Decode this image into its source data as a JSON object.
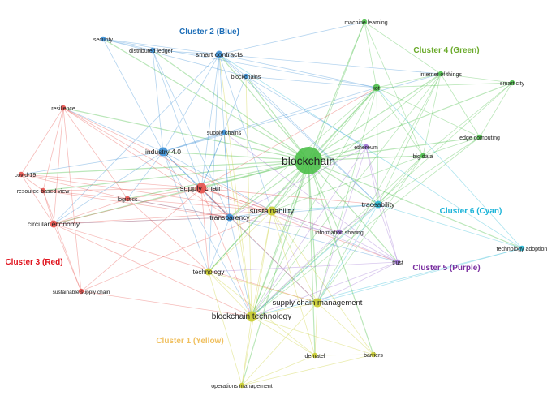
{
  "colors": {
    "yellow": "#c9cc2c",
    "blue": "#3a8fd6",
    "red": "#e8504a",
    "green": "#4cbf4a",
    "purple": "#9a6fd1",
    "cyan": "#27b9d6",
    "cluster_label_yellow": "#f0c060",
    "cluster_label_blue": "#1f6fb8",
    "cluster_label_red": "#e0141e",
    "cluster_label_green": "#6aaa2a",
    "cluster_label_purple": "#7a2fa0",
    "cluster_label_cyan": "#1ab3d8"
  },
  "cluster_labels": [
    {
      "id": "c2",
      "text": "Cluster 2 (Blue)",
      "color": "cluster_label_blue"
    },
    {
      "id": "c4",
      "text": "Cluster 4 (Green)",
      "color": "cluster_label_green"
    },
    {
      "id": "c6",
      "text": "Cluster 6 (Cyan)",
      "color": "cluster_label_cyan"
    },
    {
      "id": "c3",
      "text": "Cluster 3 (Red)",
      "color": "cluster_label_red"
    },
    {
      "id": "c5",
      "text": "Cluster 5 (Purple)",
      "color": "cluster_label_purple"
    },
    {
      "id": "c1",
      "text": "Cluster 1 (Yellow)",
      "color": "cluster_label_yellow"
    }
  ],
  "nodes": [
    {
      "id": "blockchain",
      "label": "blockchain",
      "cluster": "green",
      "weight": 10
    },
    {
      "id": "machine_learning",
      "label": "machine learning",
      "cluster": "green",
      "weight": 2
    },
    {
      "id": "iot",
      "label": "iot",
      "cluster": "green",
      "weight": 3
    },
    {
      "id": "internet_of_things",
      "label": "internet of things",
      "cluster": "green",
      "weight": 2
    },
    {
      "id": "smart_city",
      "label": "smart city",
      "cluster": "green",
      "weight": 2
    },
    {
      "id": "edge_computing",
      "label": "edge computing",
      "cluster": "green",
      "weight": 2
    },
    {
      "id": "big_data",
      "label": "big data",
      "cluster": "green",
      "weight": 2
    },
    {
      "id": "security",
      "label": "security",
      "cluster": "blue",
      "weight": 2
    },
    {
      "id": "distributed_ledger",
      "label": "distributed ledger",
      "cluster": "blue",
      "weight": 2
    },
    {
      "id": "smart_contracts",
      "label": "smart contracts",
      "cluster": "blue",
      "weight": 3
    },
    {
      "id": "blockchains",
      "label": "blockchains",
      "cluster": "blue",
      "weight": 2
    },
    {
      "id": "supply_chains",
      "label": "supply chains",
      "cluster": "blue",
      "weight": 2
    },
    {
      "id": "industry_4",
      "label": "industry 4.0",
      "cluster": "blue",
      "weight": 4
    },
    {
      "id": "transparency",
      "label": "transparency",
      "cluster": "blue",
      "weight": 3
    },
    {
      "id": "resilience",
      "label": "resilience",
      "cluster": "red",
      "weight": 2
    },
    {
      "id": "covid_19",
      "label": "covid-19",
      "cluster": "red",
      "weight": 2
    },
    {
      "id": "resource_based_view",
      "label": "resource-based view",
      "cluster": "red",
      "weight": 2
    },
    {
      "id": "logistics",
      "label": "logistics",
      "cluster": "red",
      "weight": 2
    },
    {
      "id": "supply_chain",
      "label": "supply chain",
      "cluster": "red",
      "weight": 5
    },
    {
      "id": "circular_economy",
      "label": "circular economy",
      "cluster": "red",
      "weight": 3
    },
    {
      "id": "sustainable_supply_chain",
      "label": "sustainable supply chain",
      "cluster": "red",
      "weight": 2
    },
    {
      "id": "ethereum",
      "label": "ethereum",
      "cluster": "purple",
      "weight": 2
    },
    {
      "id": "information_sharing",
      "label": "information sharing",
      "cluster": "purple",
      "weight": 2
    },
    {
      "id": "trust",
      "label": "trust",
      "cluster": "purple",
      "weight": 2
    },
    {
      "id": "traceability",
      "label": "traceability",
      "cluster": "cyan",
      "weight": 3
    },
    {
      "id": "technology_adoption",
      "label": "technology adoption",
      "cluster": "cyan",
      "weight": 2
    },
    {
      "id": "sustainability",
      "label": "sustainability",
      "cluster": "yellow",
      "weight": 4
    },
    {
      "id": "technology",
      "label": "technology",
      "cluster": "yellow",
      "weight": 3
    },
    {
      "id": "supply_chain_management",
      "label": "supply chain management",
      "cluster": "yellow",
      "weight": 4
    },
    {
      "id": "blockchain_technology",
      "label": "blockchain technology",
      "cluster": "yellow",
      "weight": 5
    },
    {
      "id": "dematel",
      "label": "dematel",
      "cluster": "yellow",
      "weight": 2
    },
    {
      "id": "barriers",
      "label": "barriers",
      "cluster": "yellow",
      "weight": 2
    },
    {
      "id": "operations_management",
      "label": "operations management",
      "cluster": "yellow",
      "weight": 2
    }
  ],
  "edges": [
    [
      "blockchain",
      "machine_learning"
    ],
    [
      "blockchain",
      "iot"
    ],
    [
      "blockchain",
      "internet_of_things"
    ],
    [
      "blockchain",
      "smart_city"
    ],
    [
      "blockchain",
      "edge_computing"
    ],
    [
      "blockchain",
      "big_data"
    ],
    [
      "blockchain",
      "security"
    ],
    [
      "blockchain",
      "distributed_ledger"
    ],
    [
      "blockchain",
      "smart_contracts"
    ],
    [
      "blockchain",
      "blockchains"
    ],
    [
      "blockchain",
      "supply_chains"
    ],
    [
      "blockchain",
      "industry_4"
    ],
    [
      "blockchain",
      "transparency"
    ],
    [
      "blockchain",
      "resilience"
    ],
    [
      "blockchain",
      "covid_19"
    ],
    [
      "blockchain",
      "resource_based_view"
    ],
    [
      "blockchain",
      "logistics"
    ],
    [
      "blockchain",
      "supply_chain"
    ],
    [
      "blockchain",
      "circular_economy"
    ],
    [
      "blockchain",
      "ethereum"
    ],
    [
      "blockchain",
      "information_sharing"
    ],
    [
      "blockchain",
      "trust"
    ],
    [
      "blockchain",
      "traceability"
    ],
    [
      "blockchain",
      "technology_adoption"
    ],
    [
      "blockchain",
      "sustainability"
    ],
    [
      "blockchain",
      "technology"
    ],
    [
      "blockchain",
      "supply_chain_management"
    ],
    [
      "blockchain",
      "blockchain_technology"
    ],
    [
      "blockchain",
      "dematel"
    ],
    [
      "blockchain",
      "barriers"
    ],
    [
      "blockchain",
      "operations_management"
    ],
    [
      "security",
      "distributed_ledger"
    ],
    [
      "security",
      "smart_contracts"
    ],
    [
      "security",
      "industry_4"
    ],
    [
      "security",
      "blockchains"
    ],
    [
      "security",
      "iot"
    ],
    [
      "distributed_ledger",
      "smart_contracts"
    ],
    [
      "distributed_ledger",
      "supply_chain"
    ],
    [
      "distributed_ledger",
      "industry_4"
    ],
    [
      "distributed_ledger",
      "transparency"
    ],
    [
      "smart_contracts",
      "blockchains"
    ],
    [
      "smart_contracts",
      "supply_chain"
    ],
    [
      "smart_contracts",
      "industry_4"
    ],
    [
      "smart_contracts",
      "iot"
    ],
    [
      "smart_contracts",
      "traceability"
    ],
    [
      "smart_contracts",
      "transparency"
    ],
    [
      "smart_contracts",
      "sustainability"
    ],
    [
      "smart_contracts",
      "internet_of_things"
    ],
    [
      "smart_contracts",
      "machine_learning"
    ],
    [
      "smart_contracts",
      "circular_economy"
    ],
    [
      "smart_contracts",
      "technology"
    ],
    [
      "blockchains",
      "iot"
    ],
    [
      "blockchains",
      "supply_chain"
    ],
    [
      "blockchains",
      "traceability"
    ],
    [
      "blockchains",
      "ethereum"
    ],
    [
      "supply_chains",
      "industry_4"
    ],
    [
      "supply_chains",
      "transparency"
    ],
    [
      "supply_chains",
      "supply_chain"
    ],
    [
      "industry_4",
      "supply_chain"
    ],
    [
      "industry_4",
      "circular_economy"
    ],
    [
      "industry_4",
      "sustainability"
    ],
    [
      "industry_4",
      "covid_19"
    ],
    [
      "industry_4",
      "resilience"
    ],
    [
      "industry_4",
      "logistics"
    ],
    [
      "industry_4",
      "transparency"
    ],
    [
      "industry_4",
      "technology"
    ],
    [
      "industry_4",
      "iot"
    ],
    [
      "industry_4",
      "supply_chain_management"
    ],
    [
      "industry_4",
      "blockchain_technology"
    ],
    [
      "industry_4",
      "internet_of_things"
    ],
    [
      "transparency",
      "supply_chain"
    ],
    [
      "transparency",
      "traceability"
    ],
    [
      "transparency",
      "circular_economy"
    ],
    [
      "transparency",
      "sustainability"
    ],
    [
      "transparency",
      "logistics"
    ],
    [
      "transparency",
      "blockchain_technology"
    ],
    [
      "transparency",
      "trust"
    ],
    [
      "transparency",
      "technology"
    ],
    [
      "resilience",
      "covid_19"
    ],
    [
      "resilience",
      "supply_chain"
    ],
    [
      "resilience",
      "circular_economy"
    ],
    [
      "resilience",
      "logistics"
    ],
    [
      "resilience",
      "sustainable_supply_chain"
    ],
    [
      "resilience",
      "sustainability"
    ],
    [
      "resilience",
      "resource_based_view"
    ],
    [
      "resilience",
      "transparency"
    ],
    [
      "covid_19",
      "resource_based_view"
    ],
    [
      "covid_19",
      "logistics"
    ],
    [
      "covid_19",
      "supply_chain"
    ],
    [
      "covid_19",
      "circular_economy"
    ],
    [
      "covid_19",
      "sustainability"
    ],
    [
      "resource_based_view",
      "supply_chain"
    ],
    [
      "resource_based_view",
      "circular_economy"
    ],
    [
      "resource_based_view",
      "sustainable_supply_chain"
    ],
    [
      "resource_based_view",
      "transparency"
    ],
    [
      "resource_based_view",
      "logistics"
    ],
    [
      "logistics",
      "supply_chain"
    ],
    [
      "logistics",
      "circular_economy"
    ],
    [
      "logistics",
      "sustainability"
    ],
    [
      "logistics",
      "transparency"
    ],
    [
      "logistics",
      "technology"
    ],
    [
      "supply_chain",
      "circular_economy"
    ],
    [
      "supply_chain",
      "sustainability"
    ],
    [
      "supply_chain",
      "sustainable_supply_chain"
    ],
    [
      "supply_chain",
      "traceability"
    ],
    [
      "supply_chain",
      "information_sharing"
    ],
    [
      "supply_chain",
      "trust"
    ],
    [
      "supply_chain",
      "blockchain_technology"
    ],
    [
      "supply_chain",
      "technology"
    ],
    [
      "supply_chain",
      "supply_chain_management"
    ],
    [
      "supply_chain",
      "transparency"
    ],
    [
      "supply_chain",
      "iot"
    ],
    [
      "circular_economy",
      "sustainability"
    ],
    [
      "circular_economy",
      "sustainable_supply_chain"
    ],
    [
      "circular_economy",
      "blockchain_technology"
    ],
    [
      "circular_economy",
      "supply_chain_management"
    ],
    [
      "circular_economy",
      "transparency"
    ],
    [
      "sustainable_supply_chain",
      "blockchain_technology"
    ],
    [
      "sustainable_supply_chain",
      "sustainability"
    ],
    [
      "machine_learning",
      "iot"
    ],
    [
      "machine_learning",
      "internet_of_things"
    ],
    [
      "machine_learning",
      "big_data"
    ],
    [
      "machine_learning",
      "blockchain_technology"
    ],
    [
      "iot",
      "internet_of_things"
    ],
    [
      "iot",
      "big_data"
    ],
    [
      "iot",
      "edge_computing"
    ],
    [
      "iot",
      "traceability"
    ],
    [
      "iot",
      "sustainability"
    ],
    [
      "iot",
      "supply_chain_management"
    ],
    [
      "iot",
      "blockchain_technology"
    ],
    [
      "iot",
      "smart_city"
    ],
    [
      "iot",
      "transparency"
    ],
    [
      "iot",
      "technology"
    ],
    [
      "internet_of_things",
      "smart_city"
    ],
    [
      "internet_of_things",
      "edge_computing"
    ],
    [
      "internet_of_things",
      "big_data"
    ],
    [
      "internet_of_things",
      "traceability"
    ],
    [
      "internet_of_things",
      "supply_chain_management"
    ],
    [
      "internet_of_things",
      "blockchain_technology"
    ],
    [
      "internet_of_things",
      "sustainability"
    ],
    [
      "smart_city",
      "edge_computing"
    ],
    [
      "smart_city",
      "big_data"
    ],
    [
      "smart_city",
      "blockchain_technology"
    ],
    [
      "edge_computing",
      "big_data"
    ],
    [
      "edge_computing",
      "traceability"
    ],
    [
      "edge_computing",
      "blockchain_technology"
    ],
    [
      "big_data",
      "traceability"
    ],
    [
      "big_data",
      "sustainability"
    ],
    [
      "big_data",
      "supply_chain_management"
    ],
    [
      "big_data",
      "blockchain_technology"
    ],
    [
      "ethereum",
      "information_sharing"
    ],
    [
      "ethereum",
      "trust"
    ],
    [
      "ethereum",
      "traceability"
    ],
    [
      "ethereum",
      "transparency"
    ],
    [
      "ethereum",
      "blockchain_technology"
    ],
    [
      "information_sharing",
      "trust"
    ],
    [
      "information_sharing",
      "traceability"
    ],
    [
      "information_sharing",
      "supply_chain_management"
    ],
    [
      "information_sharing",
      "sustainability"
    ],
    [
      "information_sharing",
      "transparency"
    ],
    [
      "information_sharing",
      "blockchain_technology"
    ],
    [
      "trust",
      "traceability"
    ],
    [
      "trust",
      "supply_chain_management"
    ],
    [
      "trust",
      "sustainability"
    ],
    [
      "trust",
      "technology"
    ],
    [
      "trust",
      "blockchain_technology"
    ],
    [
      "trust",
      "supply_chains"
    ],
    [
      "traceability",
      "technology_adoption"
    ],
    [
      "traceability",
      "supply_chain_management"
    ],
    [
      "traceability",
      "sustainability"
    ],
    [
      "traceability",
      "blockchain_technology"
    ],
    [
      "technology_adoption",
      "supply_chain_management"
    ],
    [
      "technology_adoption",
      "iot"
    ],
    [
      "technology_adoption",
      "blockchain_technology"
    ],
    [
      "technology_adoption",
      "smart_contracts"
    ],
    [
      "sustainability",
      "technology"
    ],
    [
      "sustainability",
      "supply_chain_management"
    ],
    [
      "sustainability",
      "blockchain_technology"
    ],
    [
      "sustainability",
      "dematel"
    ],
    [
      "sustainability",
      "barriers"
    ],
    [
      "sustainability",
      "operations_management"
    ],
    [
      "technology",
      "blockchain_technology"
    ],
    [
      "technology",
      "supply_chain_management"
    ],
    [
      "technology",
      "operations_management"
    ],
    [
      "technology",
      "dematel"
    ],
    [
      "supply_chain_management",
      "blockchain_technology"
    ],
    [
      "supply_chain_management",
      "dematel"
    ],
    [
      "supply_chain_management",
      "barriers"
    ],
    [
      "supply_chain_management",
      "operations_management"
    ],
    [
      "blockchain_technology",
      "dematel"
    ],
    [
      "blockchain_technology",
      "barriers"
    ],
    [
      "blockchain_technology",
      "operations_management"
    ],
    [
      "blockchain_technology",
      "supply_chains"
    ],
    [
      "blockchain_technology",
      "smart_contracts"
    ],
    [
      "blockchain_technology",
      "blockchains"
    ],
    [
      "dematel",
      "barriers"
    ],
    [
      "dematel",
      "operations_management"
    ],
    [
      "barriers",
      "operations_management"
    ]
  ]
}
